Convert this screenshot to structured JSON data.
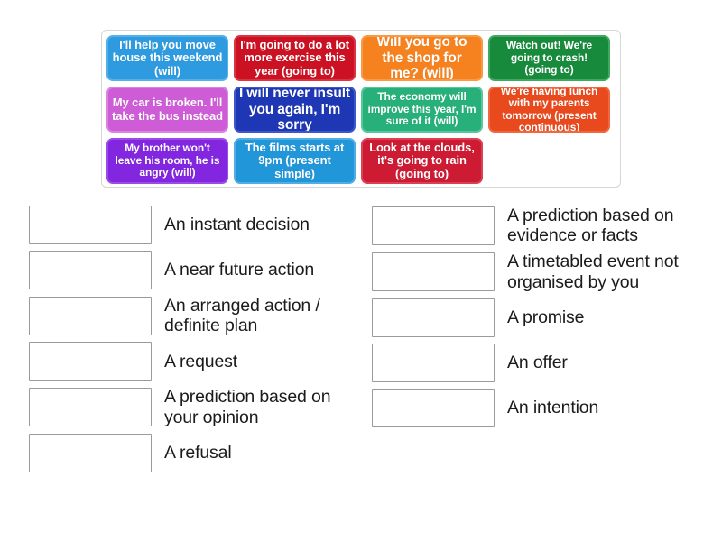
{
  "tile_bank": {
    "name": "answer-tile-bank",
    "rows": [
      [
        {
          "text": "I'll help you move house this weekend (will)",
          "bg": "#2E9BE0",
          "border": "#52B1EA",
          "size": "fs-13"
        },
        {
          "text": "I'm going to do a lot more exercise this year (going to)",
          "bg": "#CC1122",
          "border": "#DA3344",
          "size": "fs-13"
        },
        {
          "text": "Will you go to the shop for me? (will)",
          "bg": "#F5821F",
          "border": "#F99A44",
          "size": "fs-15"
        },
        {
          "text": "Watch out! We're going to crash! (going to)",
          "bg": "#178A3C",
          "border": "#3FA95E",
          "size": "fs-12"
        }
      ],
      [
        {
          "text": "My car is broken. I'll take the bus instead",
          "bg": "#CE5CD6",
          "border": "#DC83E2",
          "size": "fs-13"
        },
        {
          "text": "I will never insult you again, I'm sorry",
          "bg": "#1E38B5",
          "border": "#3D56CA",
          "size": "fs-15"
        },
        {
          "text": "The economy will improve this year, I'm sure of it (will)",
          "bg": "#27B07A",
          "border": "#58C79B",
          "size": "fs-12"
        },
        {
          "text": "We're having lunch with my parents tomorrow (present continuous)",
          "bg": "#E8491D",
          "border": "#F0683F",
          "size": "fs-12"
        }
      ],
      [
        {
          "text": "My brother won't leave his room, he is angry (will)",
          "bg": "#8226E0",
          "border": "#9A4BE8",
          "size": "fs-12"
        },
        {
          "text": "The films starts at 9pm (present simple)",
          "bg": "#2196D9",
          "border": "#4FAEE4",
          "size": "fs-13"
        },
        {
          "text": "Look at the clouds, it's going to rain (going to)",
          "bg": "#CC1B33",
          "border": "#DB4054",
          "size": "fs-13"
        },
        {
          "text": "",
          "bg": "transparent",
          "border": "transparent",
          "size": "fs-13",
          "empty": true
        }
      ]
    ]
  },
  "match_lists": {
    "left_column": [
      {
        "label": "An instant decision",
        "lines": 1
      },
      {
        "label": "A near future action",
        "lines": 1
      },
      {
        "label": "An arranged action / definite plan",
        "lines": 2
      },
      {
        "label": "A request",
        "lines": 1
      },
      {
        "label": "A prediction based on your opinion",
        "lines": 2
      },
      {
        "label": "A refusal",
        "lines": 1
      }
    ],
    "right_column": [
      {
        "label": "A prediction based on evidence or facts",
        "lines": 2
      },
      {
        "label": "A timetabled event not organised by you",
        "lines": 2
      },
      {
        "label": "A promise",
        "lines": 1
      },
      {
        "label": "An offer",
        "lines": 1
      },
      {
        "label": "An intention",
        "lines": 1
      }
    ]
  }
}
